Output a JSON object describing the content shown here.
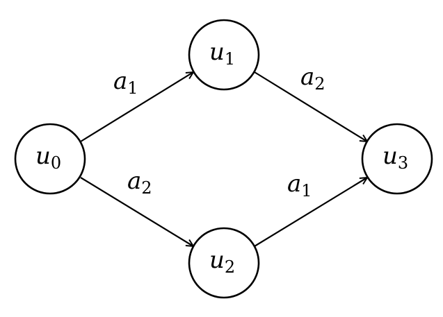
{
  "diagram": {
    "nodes": {
      "u0": {
        "var": "u",
        "sub": "0"
      },
      "u1": {
        "var": "u",
        "sub": "1"
      },
      "u2": {
        "var": "u",
        "sub": "2"
      },
      "u3": {
        "var": "u",
        "sub": "3"
      }
    },
    "edges": {
      "u0_u1": {
        "from": "u0",
        "to": "u1",
        "label_var": "a",
        "label_sub": "1"
      },
      "u1_u3": {
        "from": "u1",
        "to": "u3",
        "label_var": "a",
        "label_sub": "2"
      },
      "u0_u2": {
        "from": "u0",
        "to": "u2",
        "label_var": "a",
        "label_sub": "2"
      },
      "u2_u3": {
        "from": "u2",
        "to": "u3",
        "label_var": "a",
        "label_sub": "1"
      }
    },
    "colors": {
      "stroke": "#000000",
      "fill": "#ffffff"
    }
  }
}
